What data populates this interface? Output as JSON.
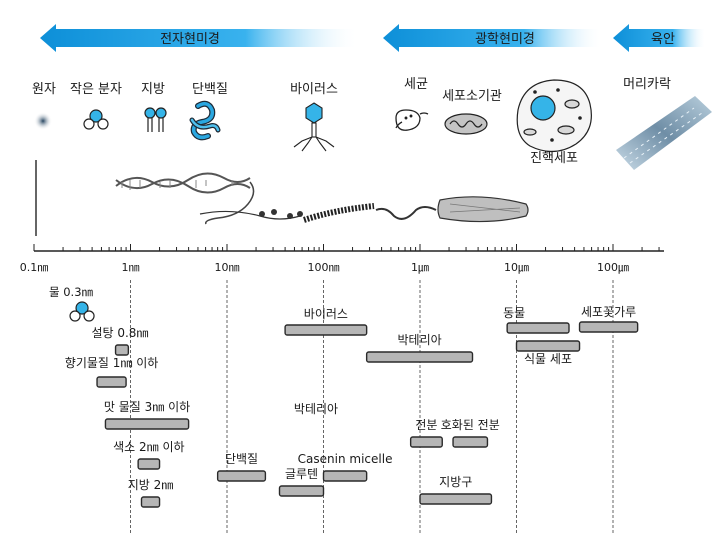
{
  "arrows": [
    {
      "label": "전자현미경",
      "from": 0.1,
      "to": 300
    },
    {
      "label": "광학현미경",
      "from": 300,
      "to": 100000
    },
    {
      "label": "육안",
      "from": 100000,
      "to": 500000
    }
  ],
  "objects": [
    {
      "label": "원자",
      "icon": "atom-icon"
    },
    {
      "label": "작은 분자",
      "icon": "small-molecule-icon"
    },
    {
      "label": "지방",
      "icon": "lipid-icon"
    },
    {
      "label": "단백질",
      "icon": "protein-icon"
    },
    {
      "label": "바이러스",
      "icon": "virus-icon"
    },
    {
      "label": "세균",
      "icon": "bacterium-icon"
    },
    {
      "label": "세포소기관",
      "icon": "organelle-icon"
    },
    {
      "label": "진핵세포",
      "icon": "eukaryotic-cell-icon"
    },
    {
      "label": "머리카락",
      "icon": "hair-icon"
    }
  ],
  "axis": {
    "ticks": [
      "0.1㎚",
      "1㎚",
      "10㎚",
      "100㎚",
      "1㎛",
      "10㎛",
      "100㎛"
    ],
    "tick_values_nm": [
      0.1,
      1,
      10,
      100,
      1000,
      10000,
      100000
    ],
    "scale": "log"
  },
  "ranges": [
    {
      "label": "물 0.3㎚",
      "min": 0.3,
      "max": 0.3,
      "kind": "point"
    },
    {
      "label": "설탕 0.8㎚",
      "min": 0.7,
      "max": 0.95
    },
    {
      "label": "향기물질 1㎚ 이하",
      "min": 0.45,
      "max": 0.9
    },
    {
      "label": "맛 물질 3㎚ 이하",
      "min": 0.55,
      "max": 4
    },
    {
      "label": "색소 2㎚ 이하",
      "min": 1.2,
      "max": 2
    },
    {
      "label": "지방 2㎚",
      "min": 1.3,
      "max": 2
    },
    {
      "label": "단백질",
      "min": 8,
      "max": 25
    },
    {
      "label": "바이러스",
      "min": 40,
      "max": 280
    },
    {
      "label": "박테리아",
      "min": 280,
      "max": 3500
    },
    {
      "label": "박테리아",
      "min": 0,
      "max": 0,
      "kind": "text"
    },
    {
      "label": "Casenin micelle",
      "min": 100,
      "max": 280
    },
    {
      "label": "글루텐",
      "min": 35,
      "max": 100
    },
    {
      "label": "전분",
      "min": 800,
      "max": 1700
    },
    {
      "label": "호화된 전분",
      "min": 2200,
      "max": 5000
    },
    {
      "label": "지방구",
      "min": 1000,
      "max": 5500
    },
    {
      "label": "동물",
      "min": 8000,
      "max": 35000
    },
    {
      "label": "식물 세포",
      "min": 10000,
      "max": 45000
    },
    {
      "label": "세포꽃가루",
      "min": 45000,
      "max": 180000
    }
  ],
  "colors": {
    "arrow": "#1ba3e6",
    "bar_fill": "#b6b6b6",
    "bar_stroke": "#2a2a2a",
    "accent": "#35b4e8"
  }
}
